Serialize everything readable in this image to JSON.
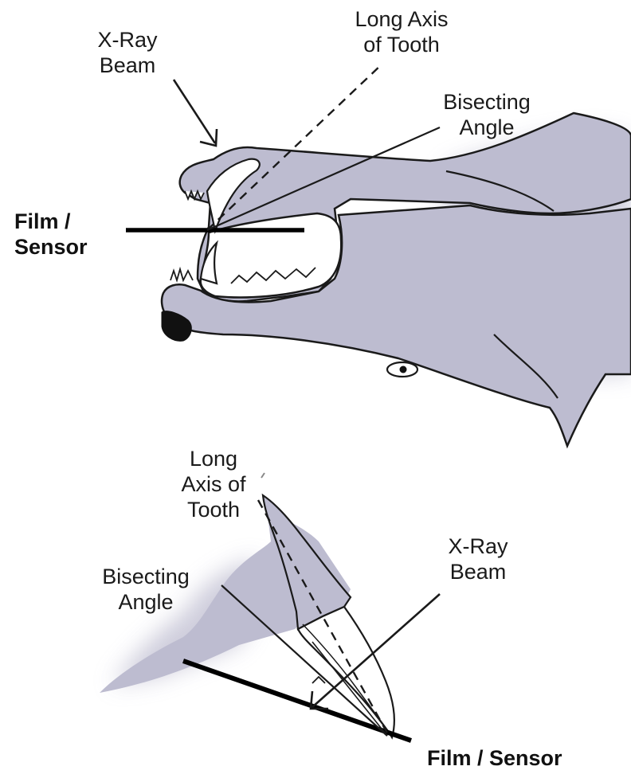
{
  "top_figure": {
    "labels": {
      "xray_beam": [
        "X-Ray",
        "Beam"
      ],
      "long_axis": [
        "Long Axis",
        "of Tooth"
      ],
      "bisecting_angle": [
        "Bisecting",
        "Angle"
      ],
      "film_sensor": [
        "Film /",
        "Sensor"
      ]
    }
  },
  "bottom_figure": {
    "labels": {
      "long_axis": [
        "Long",
        "Axis of",
        "Tooth"
      ],
      "xray_beam": [
        "X-Ray",
        "Beam"
      ],
      "bisecting_angle": [
        "Bisecting",
        "Angle"
      ],
      "film_sensor": "Film / Sensor"
    }
  },
  "colors": {
    "fill": "#bdbcd0",
    "stroke": "#1a1a1a",
    "film": "#000000"
  }
}
